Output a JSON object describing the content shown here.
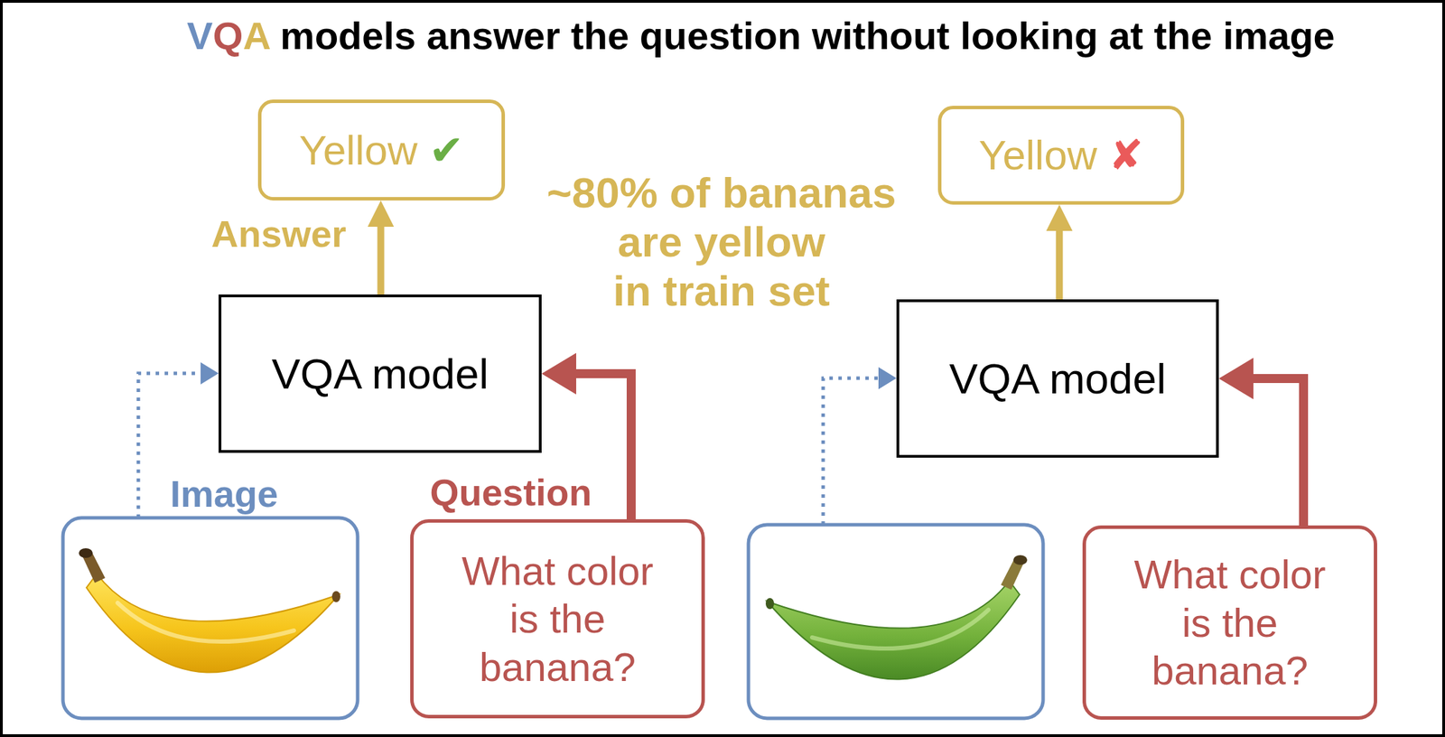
{
  "diagram": {
    "title": "VQA models answer the question without looking at the image",
    "nodes": [
      {
        "text": [
          "Yellow ✔"
        ]
      },
      {
        "text": [
          "VQA model"
        ]
      },
      {
        "text": [
          "What color is the banana?"
        ]
      },
      {
        "text": [
          "Yellow ✘"
        ]
      },
      {
        "text": [
          "VQA model"
        ]
      },
      {
        "text": [
          "What color is the banana?"
        ]
      }
    ],
    "edges": [
      {
        "from": 2,
        "to": 1,
        "arrow": "to",
        "label": "Question"
      },
      {
        "from": 1,
        "to": 0,
        "arrow": "to",
        "label": "Answer"
      },
      {
        "from": 5,
        "to": 4,
        "arrow": "to"
      },
      {
        "from": 4,
        "to": 3,
        "arrow": "to"
      }
    ],
    "labels": [
      "Image",
      "~80% of bananas are yellow in train set"
    ]
  }
}
